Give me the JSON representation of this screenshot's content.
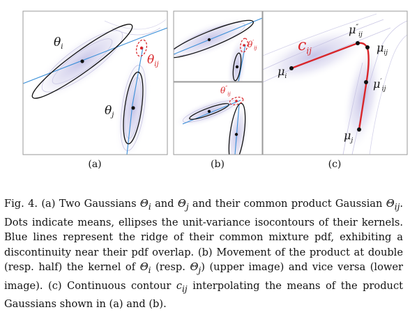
{
  "panels": {
    "a": {
      "label": "(a)",
      "theta_i": "θ",
      "theta_i_sub": "i",
      "theta_j": "θ",
      "theta_j_sub": "j",
      "Theta_ij": "θ",
      "Theta_ij_sub": "ij"
    },
    "b": {
      "label": "(b)",
      "upper_label": "θ",
      "upper_label_sub": "ij",
      "upper_label_sup": "′",
      "lower_label": "θ",
      "lower_label_sub": "ij",
      "lower_label_sup": "″"
    },
    "c": {
      "label": "(c)",
      "c_ij": "c",
      "c_ij_sub": "ij",
      "mu_i": "μ",
      "mu_i_sub": "i",
      "mu_j": "μ",
      "mu_j_sub": "j",
      "mu_ij": "μ",
      "mu_ij_sub": "ij",
      "mu_ij_p": "μ",
      "mu_ij_p_sub": "ij",
      "mu_ij_p_sup": "′",
      "mu_ij_pp": "μ",
      "mu_ij_pp_sub": "ij",
      "mu_ij_pp_sup": "″"
    }
  },
  "caption": {
    "fig": "Fig. 4.",
    "seg1": "(a) Two Gaussians ",
    "Theta": "Θ",
    "sub_i": "i",
    "seg2": " and ",
    "sub_j": "j",
    "seg3": " and their common product Gaussian ",
    "sub_ij": "ij",
    "seg4": ". Dots indicate means, ellipses the unit-variance isocontours of their kernels. Blue lines represent the ridge of their common mixture pdf, exhibiting a discontinuity near their pdf overlap. (b) Movement of the product at double (resp. half) the kernel of ",
    "seg5": " (resp. ",
    "seg6": ") (upper image) and vice versa (lower image). (c) Continuous contour ",
    "c": "c",
    "seg7": " interpolating the means of the product Gaussians shown in (a) and (b)."
  },
  "colors": {
    "ridge": "#3a8fd8",
    "product": "#d9262a",
    "contour": "#b9b6dc",
    "frame": "#9a9a9a"
  }
}
